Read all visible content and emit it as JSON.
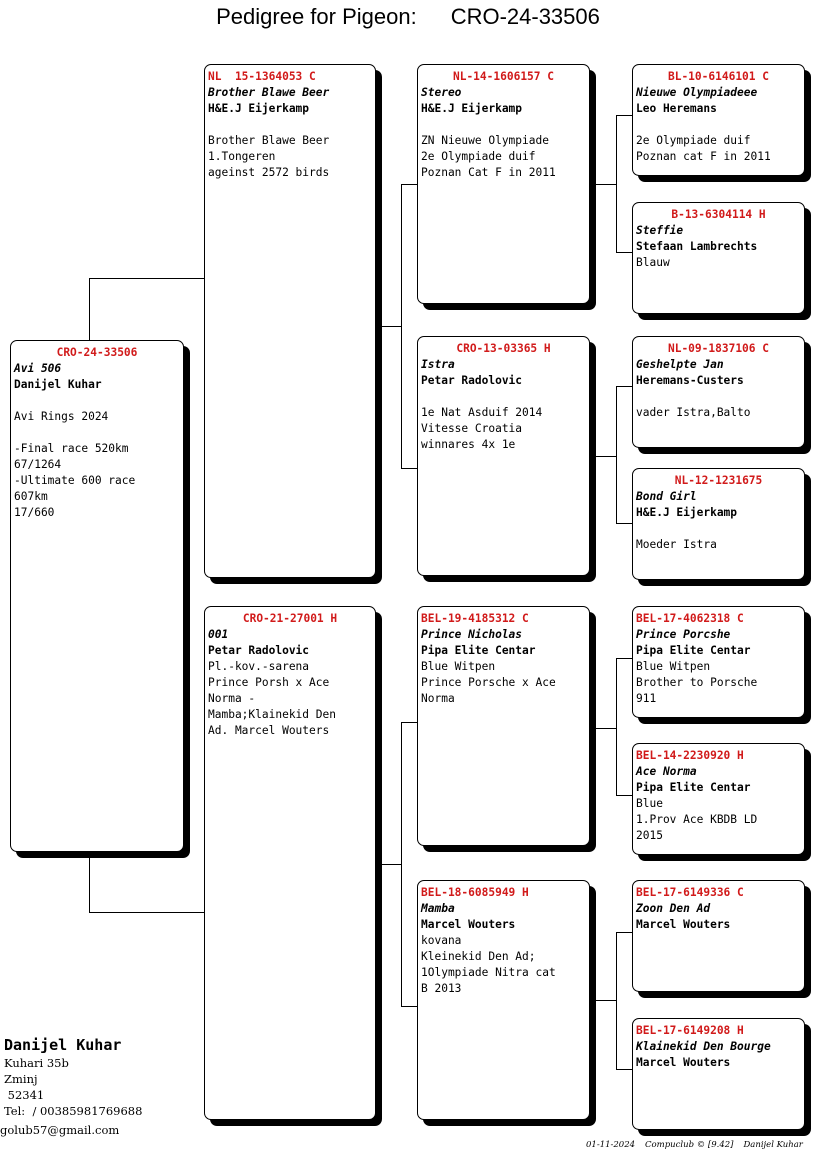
{
  "header": {
    "label": "Pedigree for Pigeon:",
    "ring": "CRO-24-33506"
  },
  "subject": {
    "ring": "CRO-24-33506",
    "name": "Avi 506",
    "owner": "Danijel Kuhar",
    "notes": [
      "",
      "Avi Rings 2024",
      "",
      "-Final race 520km",
      "67/1264",
      "-Ultimate 600 race",
      "607km",
      "17/660"
    ]
  },
  "sire": {
    "ring": "NL  15-1364053 C",
    "name": "Brother Blawe Beer",
    "owner": "H&E.J Eijerkamp",
    "notes": [
      "",
      "Brother Blawe Beer",
      "1.Tongeren",
      "ageinst 2572 birds"
    ]
  },
  "dam": {
    "ring": "CRO-21-27001 H",
    "name": "001",
    "owner": "Petar Radolovic",
    "notes": [
      "Pl.-kov.-sarena",
      "Prince Porsh x Ace",
      "Norma -",
      "Mamba;Klainekid Den",
      "Ad. Marcel Wouters"
    ]
  },
  "ss": {
    "ring": "NL-14-1606157 C",
    "name": "Stereo",
    "owner": "H&E.J Eijerkamp",
    "notes": [
      "",
      "ZN Nieuwe Olympiade",
      "2e Olympiade duif",
      "Poznan Cat F in 2011"
    ]
  },
  "sd": {
    "ring": "CRO-13-03365 H",
    "name": "Istra",
    "owner": "Petar Radolovic",
    "notes": [
      "",
      "1e Nat Asduif 2014",
      "Vitesse Croatia",
      "winnares 4x 1e"
    ]
  },
  "ds": {
    "ring": "BEL-19-4185312 C",
    "name": "Prince Nicholas",
    "owner": "Pipa Elite Centar",
    "notes": [
      "Blue Witpen",
      "Prince Porsche x Ace",
      "Norma"
    ]
  },
  "dd": {
    "ring": "BEL-18-6085949 H",
    "name": "Mamba",
    "owner": "Marcel Wouters",
    "notes": [
      "kovana",
      "Kleinekid Den Ad;",
      "1Olympiade Nitra cat",
      "B 2013"
    ]
  },
  "sss": {
    "ring": "BL-10-6146101 C",
    "name": "Nieuwe Olympiadeee",
    "owner": "Leo Heremans",
    "notes": [
      "",
      "2e Olympiade duif",
      "Poznan cat F in 2011"
    ]
  },
  "ssd": {
    "ring": "B-13-6304114 H",
    "name": "Steffie",
    "owner": "Stefaan Lambrechts",
    "notes": [
      "Blauw"
    ]
  },
  "sds": {
    "ring": "NL-09-1837106 C",
    "name": "Geshelpte Jan",
    "owner": "Heremans-Custers",
    "notes": [
      "",
      "vader Istra,Balto"
    ]
  },
  "sdd": {
    "ring": "NL-12-1231675",
    "name": "Bond Girl",
    "owner": "H&E.J Eijerkamp",
    "notes": [
      "",
      "Moeder Istra"
    ]
  },
  "dss": {
    "ring": "BEL-17-4062318 C",
    "name": "Prince Porcshe",
    "owner": "Pipa Elite Centar",
    "notes": [
      "Blue Witpen",
      "Brother to Porsche",
      "911"
    ]
  },
  "dsd": {
    "ring": "BEL-14-2230920 H",
    "name": "Ace Norma",
    "owner": "Pipa Elite Centar",
    "notes": [
      "Blue",
      "1.Prov Ace KBDB LD",
      "2015"
    ]
  },
  "dds": {
    "ring": "BEL-17-6149336 C",
    "name": "Zoon Den Ad",
    "owner": "Marcel Wouters",
    "notes": []
  },
  "ddd": {
    "ring": "BEL-17-6149208 H",
    "name": "Klainekid Den Bourge",
    "owner": "Marcel Wouters",
    "notes": []
  },
  "breeder": {
    "name": "Danijel Kuhar",
    "address": "Kuhari 35b",
    "city": "Zminj",
    "zip": " 52341",
    "tel": "Tel:  / 00385981769688",
    "email": "golub57@gmail.com"
  },
  "footer": {
    "date": "01-11-2024",
    "software": "Compuclub © [9.42]",
    "author": "Danijel Kuhar"
  },
  "colors": {
    "ring_text": "#d11a1a",
    "box_border": "#000000",
    "shadow": "#000000"
  }
}
